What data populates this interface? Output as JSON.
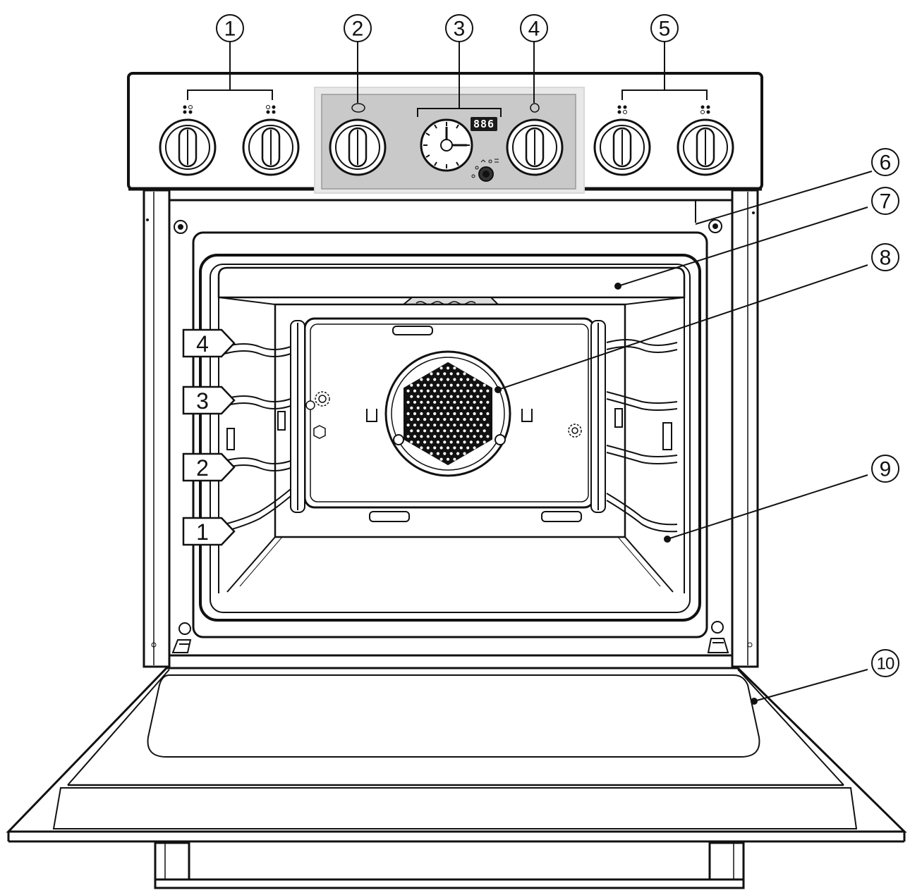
{
  "callouts": [
    {
      "number": "1"
    },
    {
      "number": "2"
    },
    {
      "number": "3"
    },
    {
      "number": "4"
    },
    {
      "number": "5"
    },
    {
      "number": "6"
    },
    {
      "number": "7"
    },
    {
      "number": "8"
    },
    {
      "number": "9"
    },
    {
      "number": "10"
    }
  ],
  "shelf_levels": [
    "4",
    "3",
    "2",
    "1"
  ],
  "display": {
    "text": "886"
  },
  "colors": {
    "line": "#111111",
    "panel_grey": "#c9c9c9",
    "panel_border": "#e6e6e6",
    "lcd": "#1a1a1a"
  }
}
